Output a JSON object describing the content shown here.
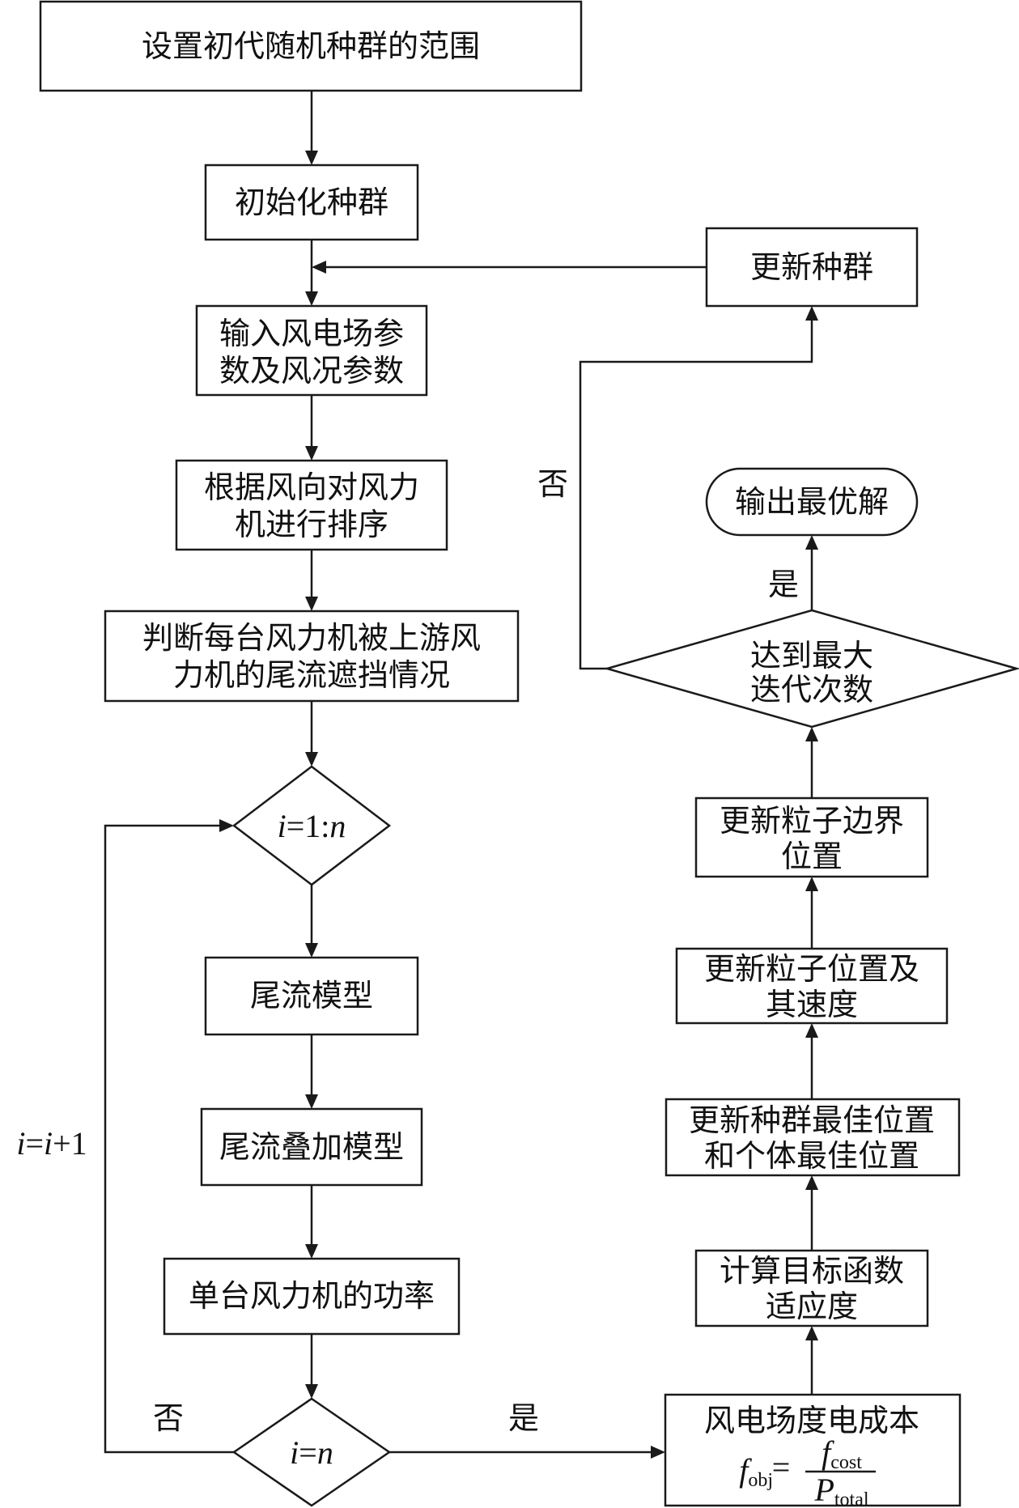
{
  "nodes": {
    "set_range": "设置初代随机种群的范围",
    "init_pop": "初始化种群",
    "input_params": [
      "输入风电场参",
      "数及风况参数"
    ],
    "sort_turbines": [
      "根据风向对风力",
      "机进行排序"
    ],
    "judge_wake": [
      "判断每台风力机被上游风",
      "力机的尾流遮挡情况"
    ],
    "loop_cond": {
      "var": "i",
      "eq": "=1:",
      "end": "n"
    },
    "wake_model": "尾流模型",
    "wake_superpos": "尾流叠加模型",
    "single_power": "单台风力机的功率",
    "end_cond": {
      "var": "i",
      "eq": "=",
      "end": "n"
    },
    "cost": {
      "title": "风电场度电成本",
      "f": "f",
      "obj_sub": "obj",
      "eq": "=",
      "num": "f",
      "num_sub": "cost",
      "den": "P",
      "den_sub": "total"
    },
    "calc_fitness": [
      "计算目标函数",
      "适应度"
    ],
    "update_best": [
      "更新种群最佳位置",
      "和个体最佳位置"
    ],
    "update_pos_vel": [
      "更新粒子位置及",
      "其速度"
    ],
    "update_boundary": [
      "更新粒子边界",
      "位置"
    ],
    "max_iter": [
      "达到最大",
      "迭代次数"
    ],
    "output_best": "输出最优解",
    "update_pop": "更新种群"
  },
  "edge_labels": {
    "no_left": "否",
    "yes_bottom": "是",
    "yes_top": "是",
    "no_top": "否",
    "increment": {
      "v1": "i",
      "eq": "=",
      "v2": "i",
      "plus": "+1"
    }
  }
}
